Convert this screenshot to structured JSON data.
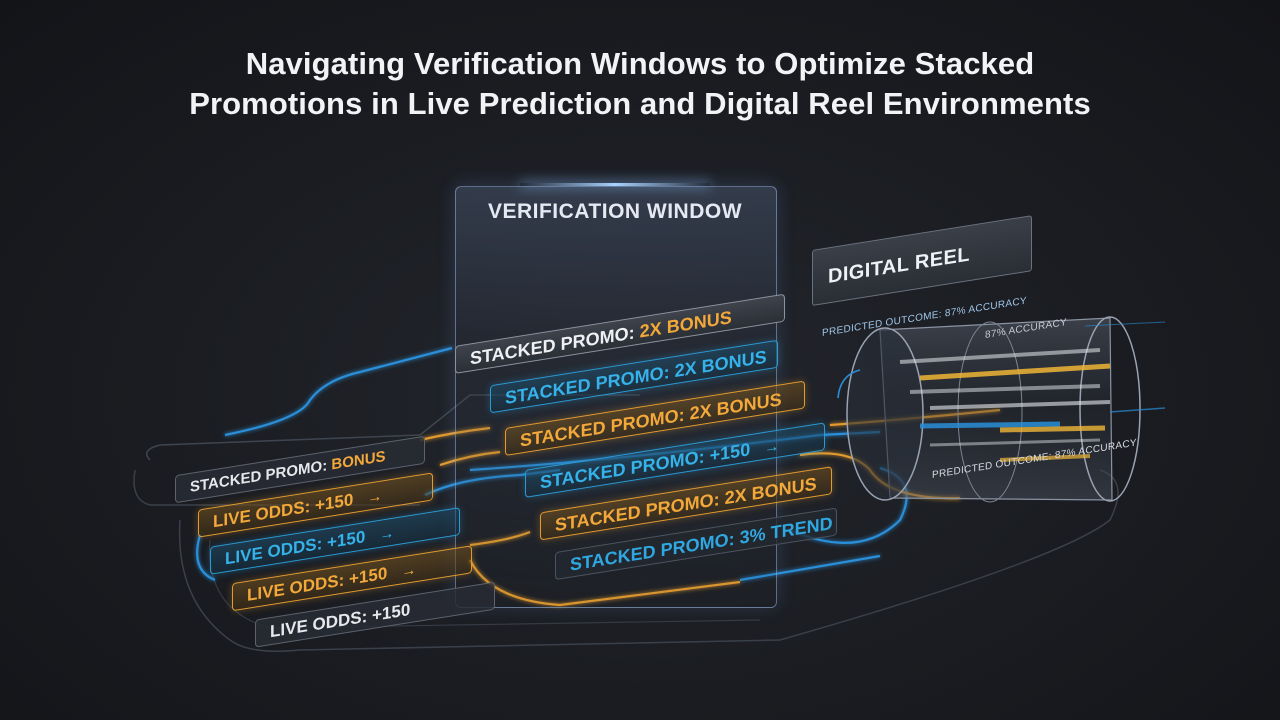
{
  "title": {
    "line1": "Navigating Verification Windows to Optimize Stacked",
    "line2": "Promotions in Live Prediction and Digital Reel Environments"
  },
  "verification_window": {
    "label": "VERIFICATION WINDOW"
  },
  "digital_reel": {
    "label": "DIGITAL REEL",
    "predicted_outcome_top": "PREDICTED OUTCOME: 87% ACCURACY",
    "accuracy_mid": "87% ACCURACY",
    "predicted_outcome_bottom": "PREDICTED OUTCOME: 87% ACCURACY"
  },
  "left_stack": [
    {
      "prefix": "STACKED PROMO: ",
      "accent": "BONUS",
      "arrow": ""
    },
    {
      "prefix": "LIVE ODDS: +150",
      "accent": "",
      "arrow": "→"
    },
    {
      "prefix": "LIVE ODDS: +150",
      "accent": "",
      "arrow": "→"
    },
    {
      "prefix": "LIVE ODDS: +150",
      "accent": "",
      "arrow": "→"
    },
    {
      "prefix": "LIVE ODDS: +150",
      "accent": "",
      "arrow": ""
    }
  ],
  "center_stack": [
    {
      "prefix": "STACKED PROMO: ",
      "accent": "2X BONUS",
      "arrow": ""
    },
    {
      "prefix": "STACKED PROMO: 2X BONUS",
      "accent": "",
      "arrow": ""
    },
    {
      "prefix": "STACKED PROMO: 2X BONUS",
      "accent": "",
      "arrow": ""
    },
    {
      "prefix": "STACKED PROMO: +150",
      "accent": "",
      "arrow": "→"
    },
    {
      "prefix": "STACKED PROMO: 2X BONUS",
      "accent": "",
      "arrow": ""
    },
    {
      "prefix": "STACKED PROMO: 3% TREND",
      "accent": "",
      "arrow": ""
    }
  ],
  "colors": {
    "orange": "#e39b2f",
    "blue": "#2a9ad4",
    "background": "#1d1f24"
  }
}
